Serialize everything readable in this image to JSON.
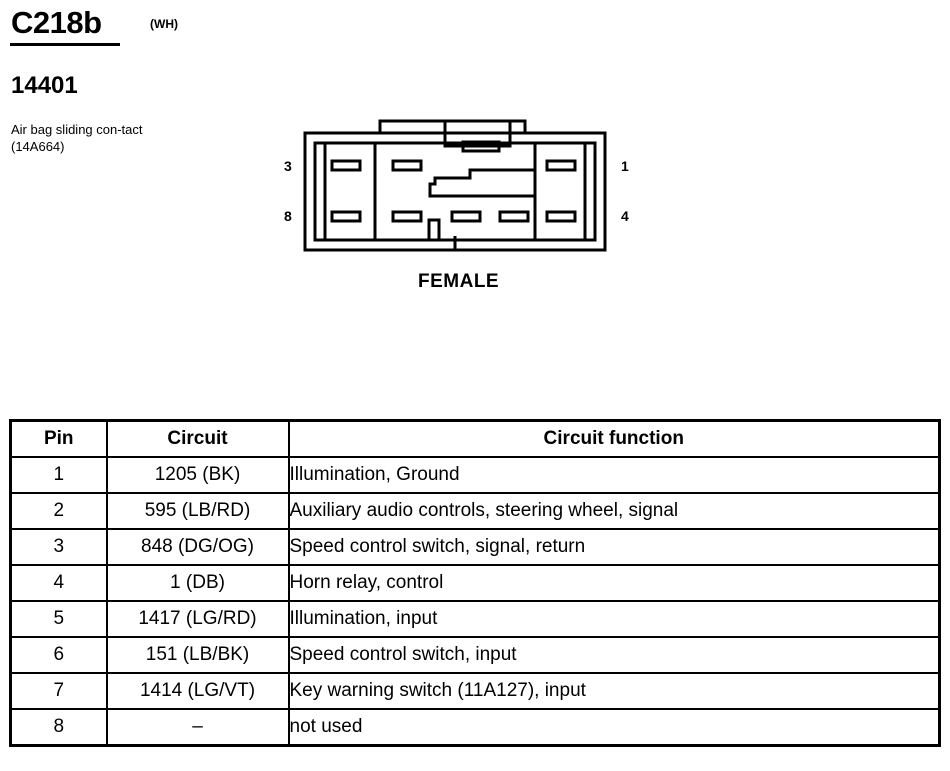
{
  "connector": {
    "id": "C218b",
    "color_code": "(WH)",
    "part_number": "14401",
    "description": "Air bag sliding con-tact (14A664)"
  },
  "diagram": {
    "pin_labels": {
      "top_left": "3",
      "bottom_left": "8",
      "top_right": "1",
      "bottom_right": "4"
    },
    "gender": "FEMALE"
  },
  "table": {
    "headers": [
      "Pin",
      "Circuit",
      "Circuit function"
    ],
    "rows": [
      {
        "pin": "1",
        "circuit": "1205 (BK)",
        "function": "Illumination, Ground"
      },
      {
        "pin": "2",
        "circuit": "595 (LB/RD)",
        "function": "Auxiliary audio controls, steering wheel, signal"
      },
      {
        "pin": "3",
        "circuit": "848 (DG/OG)",
        "function": "Speed control switch, signal, return"
      },
      {
        "pin": "4",
        "circuit": "1 (DB)",
        "function": "Horn relay, control"
      },
      {
        "pin": "5",
        "circuit": "1417 (LG/RD)",
        "function": "Illumination, input"
      },
      {
        "pin": "6",
        "circuit": "151 (LB/BK)",
        "function": "Speed control switch, input"
      },
      {
        "pin": "7",
        "circuit": "1414 (LG/VT)",
        "function": "Key warning switch (11A127), input"
      },
      {
        "pin": "8",
        "circuit": "–",
        "function": "not used"
      }
    ]
  }
}
